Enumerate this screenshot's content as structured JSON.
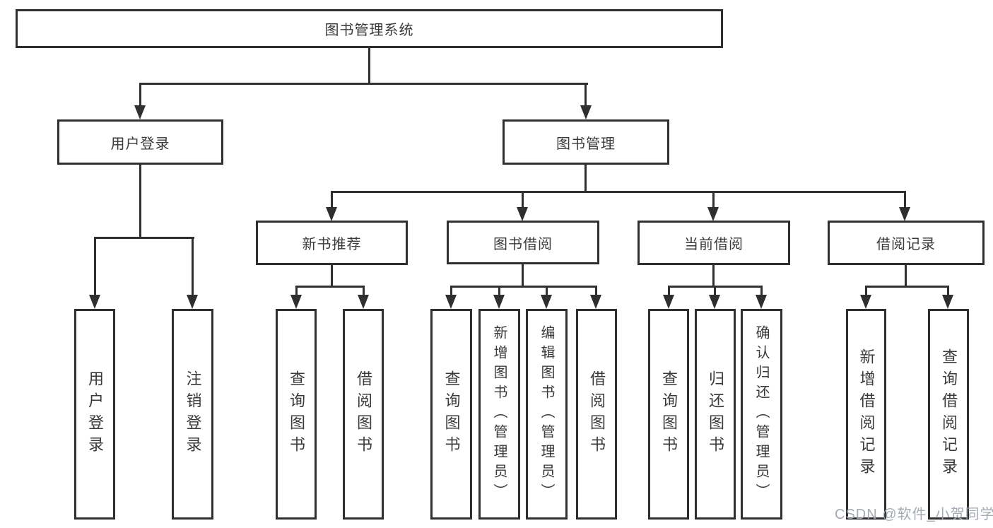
{
  "diagram": {
    "title": "图书管理系统",
    "nodes": {
      "root": {
        "label": "图书管理系统"
      },
      "user_login": {
        "label": "用户登录"
      },
      "book_management": {
        "label": "图书管理"
      },
      "new_book_recommend": {
        "label": "新书推荐"
      },
      "book_borrow": {
        "label": "图书借阅"
      },
      "current_borrow": {
        "label": "当前借阅"
      },
      "borrow_records": {
        "label": "借阅记录"
      }
    },
    "leaves": [
      {
        "label": "用户登录",
        "parent": "用户登录"
      },
      {
        "label": "注销登录",
        "parent": "用户登录"
      },
      {
        "label": "查询图书",
        "parent": "新书推荐"
      },
      {
        "label": "借阅图书",
        "parent": "新书推荐"
      },
      {
        "label": "查询图书",
        "parent": "图书借阅"
      },
      {
        "label": "新增图书（管理员）",
        "parent": "图书借阅"
      },
      {
        "label": "编辑图书（管理员）",
        "parent": "图书借阅"
      },
      {
        "label": "借阅图书",
        "parent": "图书借阅"
      },
      {
        "label": "查询图书",
        "parent": "当前借阅"
      },
      {
        "label": "归还图书",
        "parent": "当前借阅"
      },
      {
        "label": "确认归还（管理员）",
        "parent": "当前借阅"
      },
      {
        "label": "新增借阅记录",
        "parent": "借阅记录"
      },
      {
        "label": "查询借阅记录",
        "parent": "借阅记录"
      }
    ],
    "watermark": "CSDN @软件_小贺同学",
    "colors": {
      "line": "#2f2f2f",
      "box_border": "#2f2f2f",
      "text": "#3a3a3a",
      "watermark": "#9da4ac",
      "background": "#ffffff"
    }
  }
}
